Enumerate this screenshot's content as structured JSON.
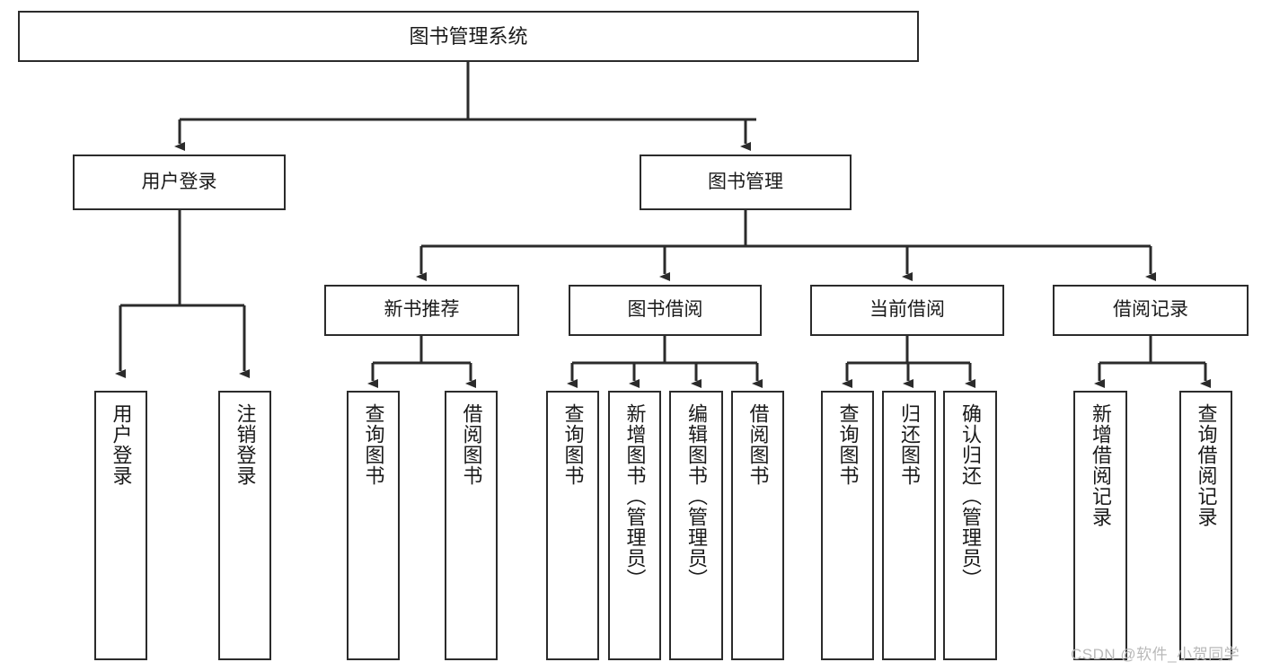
{
  "diagram": {
    "title": "图书管理系统",
    "type": "tree-hierarchy-chart",
    "colors": {
      "box_border": "#2b2b2b",
      "box_fill": "#ffffff",
      "connector": "#2b2b2b",
      "text": "#1a1a1a",
      "watermark": "#b9b9b9",
      "background": "#ffffff"
    },
    "root": {
      "label": "图书管理系统"
    },
    "level2": [
      {
        "label": "用户登录"
      },
      {
        "label": "图书管理"
      }
    ],
    "level3": [
      {
        "label": "新书推荐"
      },
      {
        "label": "图书借阅"
      },
      {
        "label": "当前借阅"
      },
      {
        "label": "借阅记录"
      }
    ],
    "leaves": {
      "user_login": [
        {
          "label": "用户登录"
        },
        {
          "label": "注销登录"
        }
      ],
      "new_book_recommend": [
        {
          "label": "查询图书"
        },
        {
          "label": "借阅图书"
        }
      ],
      "book_borrow": [
        {
          "label": "查询图书"
        },
        {
          "label": "新增图书（管理员）"
        },
        {
          "label": "编辑图书（管理员）"
        },
        {
          "label": "借阅图书"
        }
      ],
      "current_borrow": [
        {
          "label": "查询图书"
        },
        {
          "label": "归还图书"
        },
        {
          "label": "确认归还（管理员）"
        }
      ],
      "borrow_record": [
        {
          "label": "新增借阅记录"
        },
        {
          "label": "查询借阅记录"
        }
      ]
    },
    "watermark": "CSDN @软件_小贺同学"
  }
}
